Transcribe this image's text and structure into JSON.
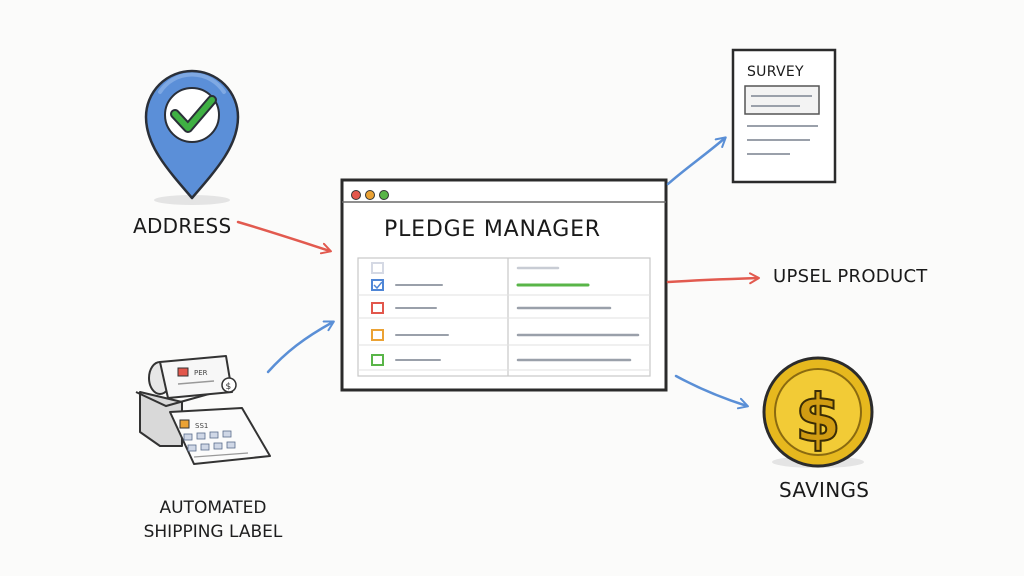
{
  "diagram": {
    "center": {
      "title": "PLEDGE MANAGER",
      "checkbox_colors": [
        "#d5d9e4",
        "#4f86d6",
        "#e2574c",
        "#eba234",
        "#59b548"
      ],
      "progress_colors": [
        "#c8ccd4",
        "#59b548",
        "#9aa0aa",
        "#9aa0aa",
        "#9aa0aa"
      ]
    },
    "nodes": {
      "address": {
        "label": "ADDRESS",
        "icon": "map-pin-check-icon"
      },
      "shipping": {
        "label_line1": "AUTOMATED",
        "label_line2": "SHIPPING LABEL",
        "icon": "label-printer-icon",
        "receipt_code": "PER",
        "label_code": "SS1"
      },
      "survey": {
        "label": "SURVEY",
        "icon": "survey-form-icon"
      },
      "upsell": {
        "label": "UPSEL PRODUCT"
      },
      "savings": {
        "label": "SAVINGS",
        "icon": "dollar-coin-icon",
        "symbol": "$"
      }
    },
    "colors": {
      "pin_blue": "#5b8fd8",
      "check_green": "#3fb043",
      "arrow_red": "#e25a4f",
      "arrow_blue": "#5a8fd6",
      "coin_gold": "#e6b81e",
      "window_dot_red": "#e2574c",
      "window_dot_yellow": "#eba234",
      "window_dot_green": "#59b548"
    }
  }
}
